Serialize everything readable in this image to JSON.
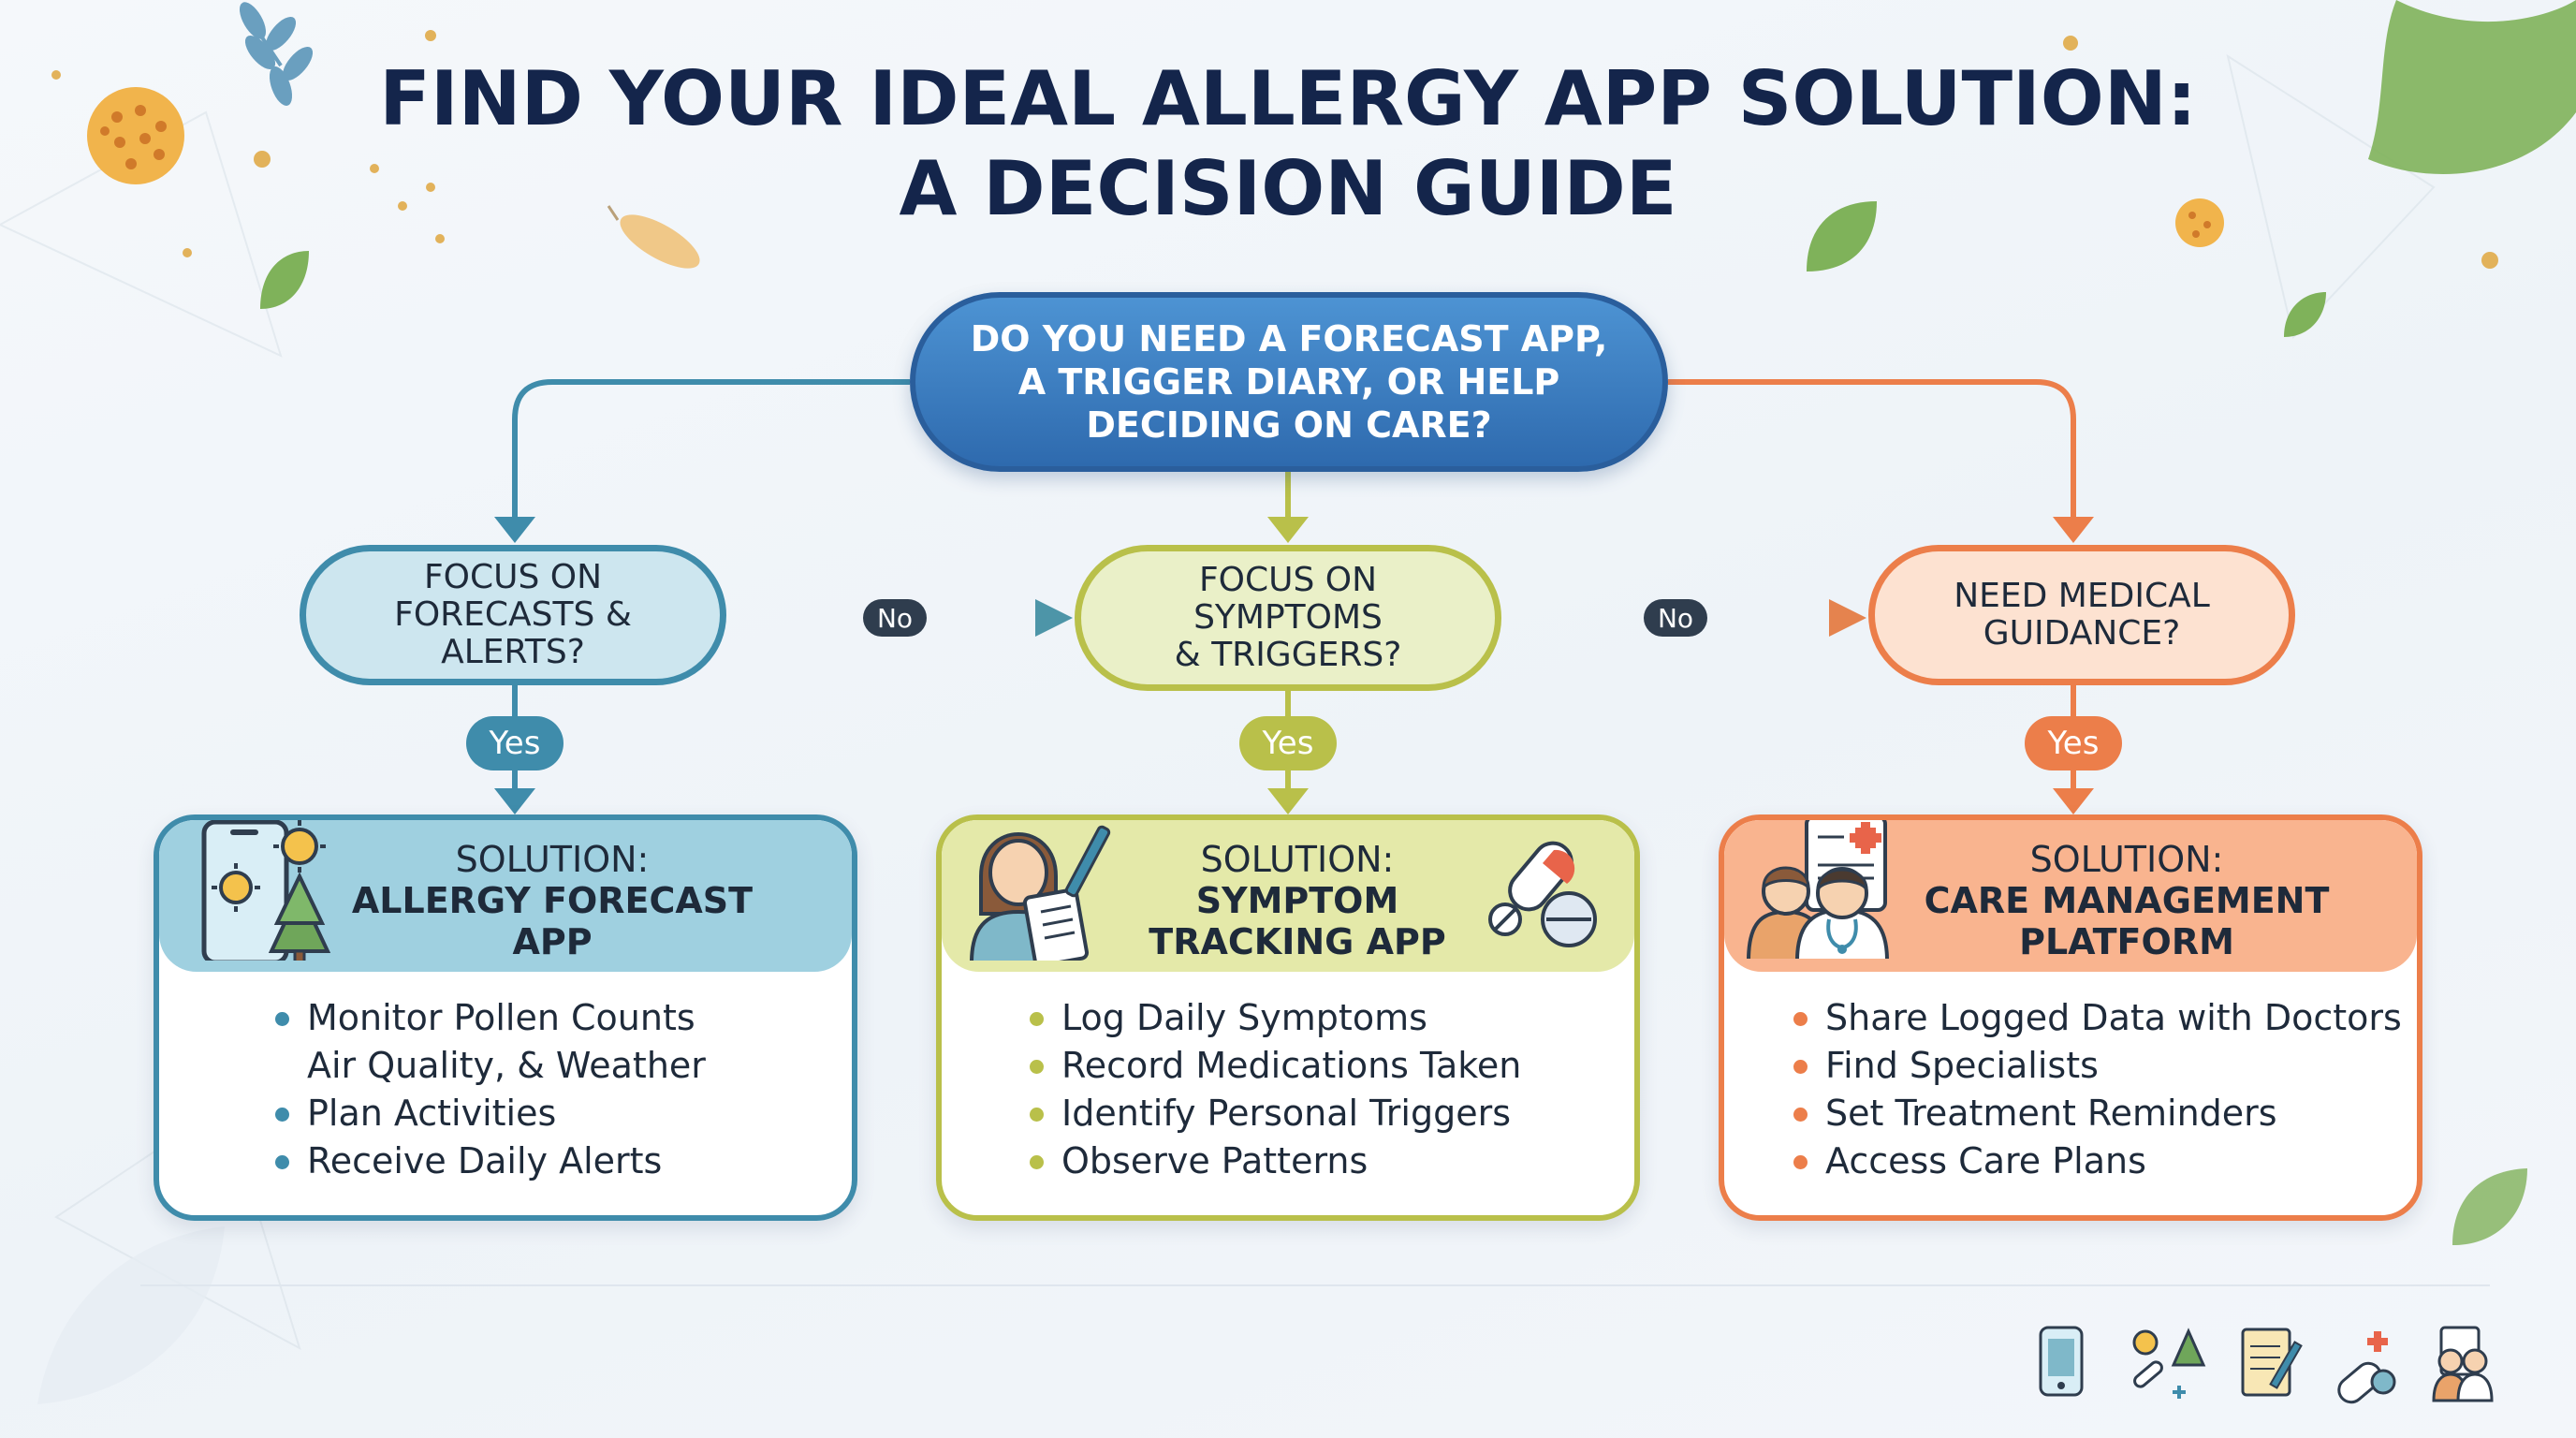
{
  "title": {
    "line1": "FIND YOUR IDEAL ALLERGY APP SOLUTION:",
    "line2": "A DECISION GUIDE"
  },
  "start_question": {
    "line1": "DO YOU NEED A FORECAST APP,",
    "line2": "A TRIGGER DIARY, OR HELP",
    "line3": "DECIDING ON CARE?"
  },
  "questions": {
    "forecast": {
      "line1": "FOCUS ON",
      "line2": "FORECASTS &",
      "line3": "ALERTS?"
    },
    "symptoms": {
      "line1": "FOCUS ON",
      "line2": "SYMPTOMS",
      "line3": "& TRIGGERS?"
    },
    "medical": {
      "line1": "NEED MEDICAL",
      "line2": "GUIDANCE?"
    }
  },
  "labels": {
    "no": "No",
    "yes": "Yes"
  },
  "solutions": {
    "forecast": {
      "prefix": "SOLUTION:",
      "name_line1": "ALLERGY FORECAST",
      "name_line2": "APP",
      "items": [
        "Monitor Pollen Counts",
        "Air Quality, & Weather",
        "Plan Activities",
        "Receive Daily Alerts"
      ]
    },
    "symptoms": {
      "prefix": "SOLUTION:",
      "name_line1": "SYMPTOM",
      "name_line2": "TRACKING APP",
      "items": [
        "Log Daily Symptoms",
        "Record Medications Taken",
        "Identify Personal Triggers",
        "Observe Patterns"
      ]
    },
    "care": {
      "prefix": "SOLUTION:",
      "name_line1": "CARE MANAGEMENT",
      "name_line2": "PLATFORM",
      "items": [
        "Share Logged Data with Doctors",
        "Find Specialists",
        "Set Treatment Reminders",
        "Access Care Plans"
      ]
    }
  },
  "colors": {
    "forecast": "#3f8cab",
    "symptoms": "#b9c04a",
    "medical": "#ec7e4a",
    "title": "#14254b",
    "start": "#2e6aae"
  },
  "icons": {
    "forecast_card": "phone-sun-tree-icon",
    "symptoms_card": "person-clipboard-icon",
    "symptoms_card_extra": "pills-icon",
    "care_card": "doctor-patient-icon",
    "footer": [
      "phone-icon",
      "sun-tree-icon",
      "notepad-icon",
      "pills-icon",
      "doctor-icon"
    ]
  }
}
